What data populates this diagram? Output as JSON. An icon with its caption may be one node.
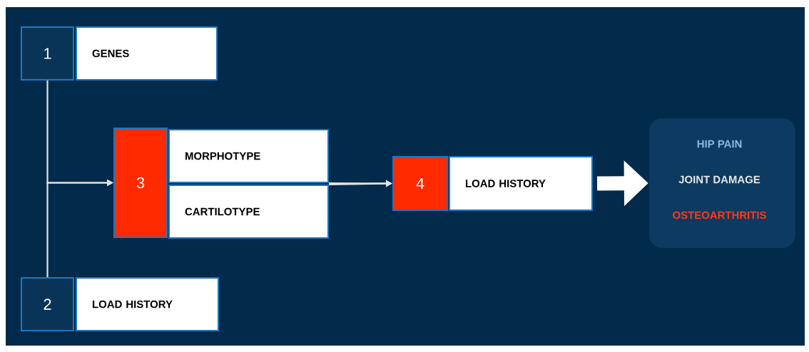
{
  "diagram": {
    "nodes": [
      {
        "text": [
          "1"
        ]
      },
      {
        "text": [
          "GENES"
        ]
      },
      {
        "text": [
          "2"
        ]
      },
      {
        "text": [
          "LOAD HISTORY"
        ]
      },
      {
        "text": [
          "3"
        ]
      },
      {
        "text": [
          "MORPHOTYPE"
        ]
      },
      {
        "text": [
          "CARTILOTYPE"
        ]
      },
      {
        "text": [
          "4"
        ]
      },
      {
        "text": [
          "LOAD HISTORY"
        ]
      },
      {
        "text": [
          "HIP PAIN",
          "JOINT DAMAGE",
          "OSTEOARTHRITIS"
        ]
      }
    ],
    "edges": [
      {
        "from": 0,
        "to": 4,
        "arrow": "to"
      },
      {
        "from": 2,
        "to": 4,
        "arrow": "to"
      },
      {
        "from": 5,
        "to": 7,
        "arrow": "to"
      },
      {
        "from": 6,
        "to": 7,
        "arrow": "to"
      },
      {
        "from": 8,
        "to": 9,
        "arrow": "to",
        "style": "thick"
      }
    ]
  }
}
